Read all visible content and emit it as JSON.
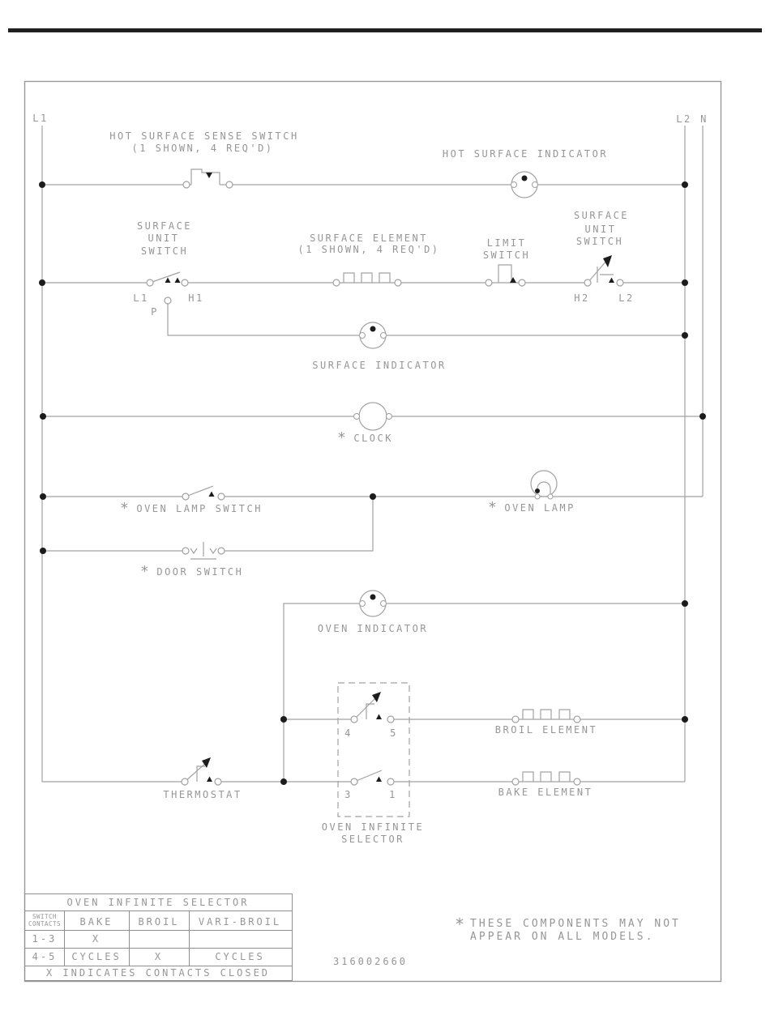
{
  "asterisk": "*",
  "rails": {
    "l1": "L1",
    "l2": "L2",
    "n": "N"
  },
  "labels": {
    "hot_surface_sense_switch_1": "HOT SURFACE SENSE SWITCH",
    "hot_surface_sense_switch_2": "(1 SHOWN, 4 REQ'D)",
    "hot_surface_indicator": "HOT SURFACE INDICATOR",
    "surface_unit_switch_1": "SURFACE",
    "surface_unit_switch_2": "UNIT",
    "surface_unit_switch_3": "SWITCH",
    "surface_element_1": "SURFACE ELEMENT",
    "surface_element_2": "(1 SHOWN, 4 REQ'D)",
    "limit_switch_1": "LIMIT",
    "limit_switch_2": "SWITCH",
    "surface_indicator": "SURFACE INDICATOR",
    "clock": "CLOCK",
    "oven_lamp_switch": "OVEN LAMP SWITCH",
    "door_switch": "DOOR SWITCH",
    "oven_lamp": "OVEN LAMP",
    "oven_indicator": "OVEN INDICATOR",
    "broil_element": "BROIL ELEMENT",
    "bake_element": "BAKE ELEMENT",
    "thermostat": "THERMOSTAT",
    "oven_infinite_selector_1": "OVEN INFINITE",
    "oven_infinite_selector_2": "SELECTOR"
  },
  "terminals": {
    "l1": "L1",
    "h1": "H1",
    "p": "P",
    "h2": "H2",
    "l2": "L2",
    "c4": "4",
    "c5": "5",
    "c3": "3",
    "c1": "1"
  },
  "table": {
    "title": "OVEN INFINITE SELECTOR",
    "row_header_1": "SWITCH",
    "row_header_2": "CONTACTS",
    "columns": [
      "BAKE",
      "BROIL",
      "VARI-BROIL"
    ],
    "rows": [
      {
        "contacts": "1-3",
        "bake": "X",
        "broil": "",
        "vari_broil": ""
      },
      {
        "contacts": "4-5",
        "bake": "CYCLES",
        "broil": "X",
        "vari_broil": "CYCLES"
      }
    ],
    "footer": "X INDICATES CONTACTS CLOSED"
  },
  "note": {
    "line1": "THESE COMPONENTS MAY NOT",
    "line2": "APPEAR ON ALL MODELS."
  },
  "part_number": "316002660"
}
